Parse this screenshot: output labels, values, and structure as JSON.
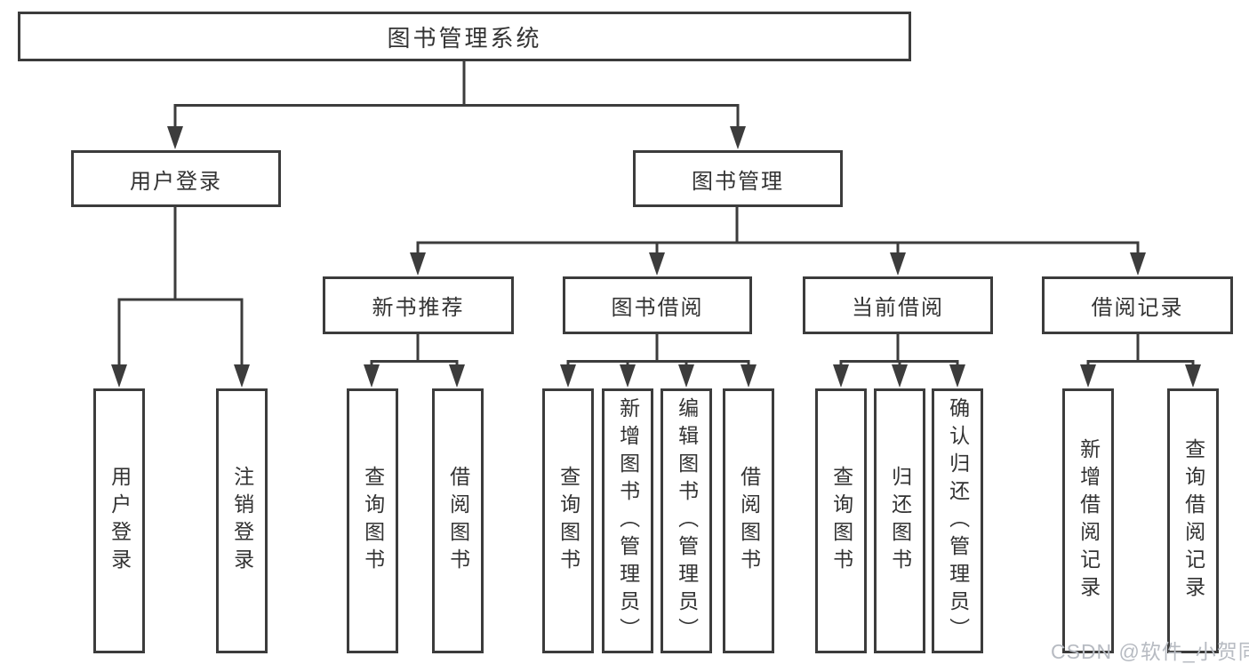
{
  "tree": {
    "label": "图书管理系统",
    "children": [
      {
        "label": "用户登录",
        "children": [
          {
            "label": "用户登录"
          },
          {
            "label": "注销登录"
          }
        ]
      },
      {
        "label": "图书管理",
        "children": [
          {
            "label": "新书推荐",
            "children": [
              {
                "label": "查询图书"
              },
              {
                "label": "借阅图书"
              }
            ]
          },
          {
            "label": "图书借阅",
            "children": [
              {
                "label": "查询图书"
              },
              {
                "label": "新增图书（管理员）"
              },
              {
                "label": "编辑图书（管理员）"
              },
              {
                "label": "借阅图书"
              }
            ]
          },
          {
            "label": "当前借阅",
            "children": [
              {
                "label": "查询图书"
              },
              {
                "label": "归还图书"
              },
              {
                "label": "确认归还（管理员）"
              }
            ]
          },
          {
            "label": "借阅记录",
            "children": [
              {
                "label": "新增借阅记录"
              },
              {
                "label": "查询借阅记录"
              }
            ]
          }
        ]
      }
    ]
  },
  "watermark": "CSDN @软件_小贺同学",
  "colors": {
    "line": "#3c3c3c",
    "text": "#333333",
    "watermark": "#b7bbc2",
    "background": "#ffffff"
  }
}
